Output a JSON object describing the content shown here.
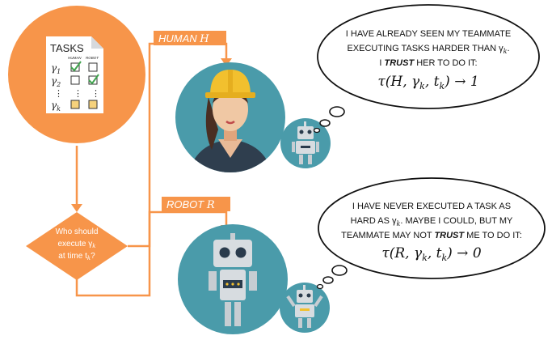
{
  "colors": {
    "accent_orange": "#F7954A",
    "teal": "#4A9BAA",
    "helmet": "#F2C02E",
    "robot_body": "#D7DCE0",
    "robot_dark": "#2A3B4C"
  },
  "tasks_card": {
    "title": "TASKS",
    "col_human": "HUMAN",
    "col_robot": "ROBOT",
    "rows": [
      "γ",
      "γ",
      "γ"
    ],
    "row_subs": [
      "1",
      "2",
      "k"
    ],
    "vdots": "⋮"
  },
  "decision": {
    "line1": "Who should",
    "line2": "execute γ",
    "line2_sub": "k",
    "line3": "at time t",
    "line3_sub": "k",
    "line3_tail": "?"
  },
  "human_label": {
    "text": "HUMAN ",
    "symbol": "H"
  },
  "robot_label": {
    "text": "ROBOT ",
    "symbol": "R"
  },
  "human_bubble": {
    "line1": "I HAVE ALREADY SEEN MY TEAMMATE",
    "line2": "EXECUTING TASKS HARDER THAN γ",
    "line2_sub": "k",
    "line2_tail": ".",
    "line3_pre": "I ",
    "line3_bold": "TRUST",
    "line3_post": " HER TO DO IT:",
    "formula": "τ(H, γ",
    "formula_sub": "k",
    "formula_mid": ", t",
    "formula_sub2": "k",
    "formula_tail": ") → 1"
  },
  "robot_bubble": {
    "line1": "I HAVE NEVER EXECUTED A TASK AS",
    "line2_pre": "HARD AS γ",
    "line2_sub": "k",
    "line2_post": ". MAYBE I COULD, BUT MY",
    "line3_pre": "TEAMMATE MAY NOT ",
    "line3_bold": "TRUST",
    "line3_post": " ME TO DO IT:",
    "formula": "τ(R, γ",
    "formula_sub": "k",
    "formula_mid": ", t",
    "formula_sub2": "k",
    "formula_tail": ") → 0"
  }
}
